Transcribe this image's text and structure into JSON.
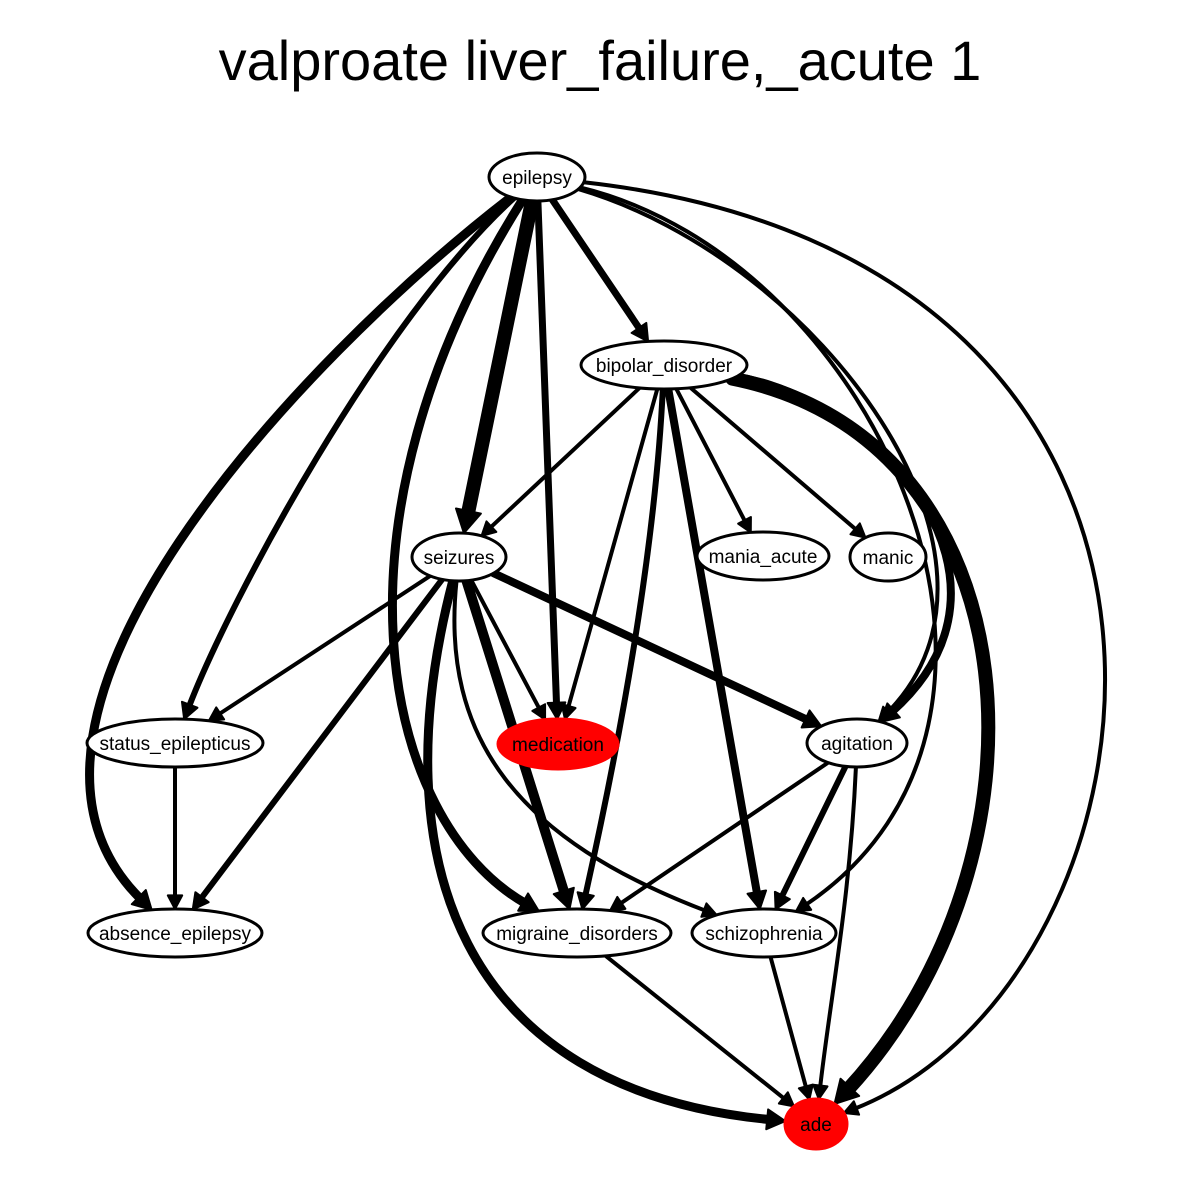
{
  "title": "valproate liver_failure,_acute 1",
  "colors": {
    "highlight": "#ff0000",
    "edge": "#000000",
    "node_border": "#000000",
    "node_fill": "#ffffff"
  },
  "nodes": [
    {
      "id": "epilepsy",
      "label": "epilepsy",
      "highlighted": false
    },
    {
      "id": "bipolar_disorder",
      "label": "bipolar_disorder",
      "highlighted": false
    },
    {
      "id": "seizures",
      "label": "seizures",
      "highlighted": false
    },
    {
      "id": "mania_acute",
      "label": "mania_acute",
      "highlighted": false
    },
    {
      "id": "manic",
      "label": "manic",
      "highlighted": false
    },
    {
      "id": "status_epilepticus",
      "label": "status_epilepticus",
      "highlighted": false
    },
    {
      "id": "medication",
      "label": "medication",
      "highlighted": true
    },
    {
      "id": "agitation",
      "label": "agitation",
      "highlighted": false
    },
    {
      "id": "absence_epilepsy",
      "label": "absence_epilepsy",
      "highlighted": false
    },
    {
      "id": "migraine_disorders",
      "label": "migraine_disorders",
      "highlighted": false
    },
    {
      "id": "schizophrenia",
      "label": "schizophrenia",
      "highlighted": false
    },
    {
      "id": "ade",
      "label": "ade",
      "highlighted": true
    }
  ],
  "edges": [
    {
      "from": "epilepsy",
      "to": "bipolar_disorder",
      "weight": 7
    },
    {
      "from": "epilepsy",
      "to": "seizures",
      "weight": 14
    },
    {
      "from": "epilepsy",
      "to": "medication",
      "weight": 7
    },
    {
      "from": "epilepsy",
      "to": "status_epilepticus",
      "weight": 6
    },
    {
      "from": "epilepsy",
      "to": "absence_epilepsy",
      "weight": 9
    },
    {
      "from": "epilepsy",
      "to": "migraine_disorders",
      "weight": 9
    },
    {
      "from": "epilepsy",
      "to": "agitation",
      "weight": 4
    },
    {
      "from": "epilepsy",
      "to": "schizophrenia",
      "weight": 4
    },
    {
      "from": "epilepsy",
      "to": "ade",
      "weight": 4
    },
    {
      "from": "bipolar_disorder",
      "to": "seizures",
      "weight": 4
    },
    {
      "from": "bipolar_disorder",
      "to": "medication",
      "weight": 4
    },
    {
      "from": "bipolar_disorder",
      "to": "mania_acute",
      "weight": 4
    },
    {
      "from": "bipolar_disorder",
      "to": "manic",
      "weight": 4
    },
    {
      "from": "bipolar_disorder",
      "to": "migraine_disorders",
      "weight": 6
    },
    {
      "from": "bipolar_disorder",
      "to": "schizophrenia",
      "weight": 8
    },
    {
      "from": "bipolar_disorder",
      "to": "agitation",
      "weight": 8
    },
    {
      "from": "bipolar_disorder",
      "to": "ade",
      "weight": 14
    },
    {
      "from": "seizures",
      "to": "status_epilepticus",
      "weight": 4
    },
    {
      "from": "seizures",
      "to": "absence_epilepsy",
      "weight": 6
    },
    {
      "from": "seizures",
      "to": "medication",
      "weight": 4
    },
    {
      "from": "seizures",
      "to": "agitation",
      "weight": 8
    },
    {
      "from": "seizures",
      "to": "migraine_disorders",
      "weight": 10
    },
    {
      "from": "seizures",
      "to": "schizophrenia",
      "weight": 4
    },
    {
      "from": "seizures",
      "to": "ade",
      "weight": 9
    },
    {
      "from": "status_epilepticus",
      "to": "absence_epilepsy",
      "weight": 4
    },
    {
      "from": "agitation",
      "to": "migraine_disorders",
      "weight": 4
    },
    {
      "from": "agitation",
      "to": "schizophrenia",
      "weight": 6
    },
    {
      "from": "agitation",
      "to": "ade",
      "weight": 4
    },
    {
      "from": "migraine_disorders",
      "to": "ade",
      "weight": 4
    },
    {
      "from": "schizophrenia",
      "to": "ade",
      "weight": 4
    }
  ]
}
